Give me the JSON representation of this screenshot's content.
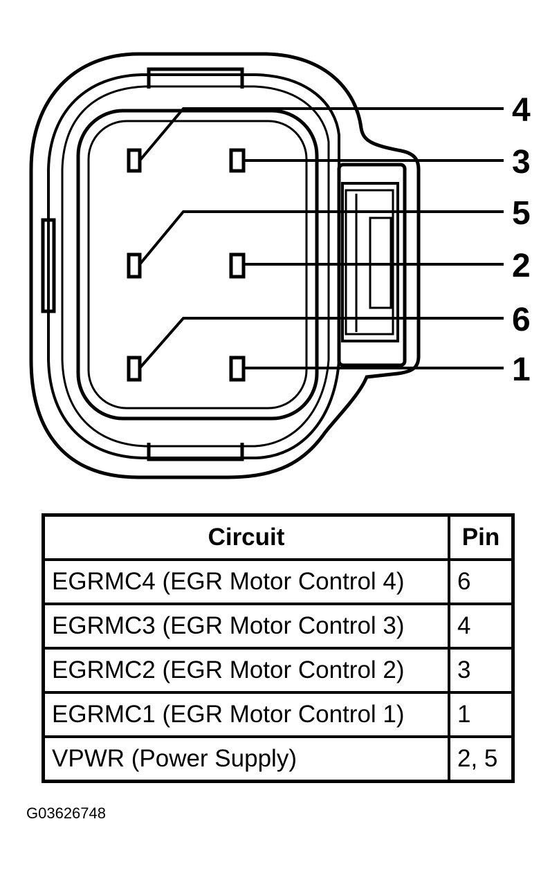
{
  "connector": {
    "pin_labels": [
      "4",
      "3",
      "5",
      "2",
      "6",
      "1"
    ]
  },
  "table": {
    "headers": {
      "circuit": "Circuit",
      "pin": "Pin"
    },
    "rows": [
      {
        "circuit": "EGRMC4 (EGR Motor Control 4)",
        "pin": "6"
      },
      {
        "circuit": "EGRMC3 (EGR Motor Control 3)",
        "pin": "4"
      },
      {
        "circuit": "EGRMC2 (EGR Motor Control 2)",
        "pin": "3"
      },
      {
        "circuit": "EGRMC1 (EGR Motor Control 1)",
        "pin": "1"
      },
      {
        "circuit": "VPWR (Power Supply)",
        "pin": "2, 5"
      }
    ]
  },
  "figure_id": "G03626748"
}
